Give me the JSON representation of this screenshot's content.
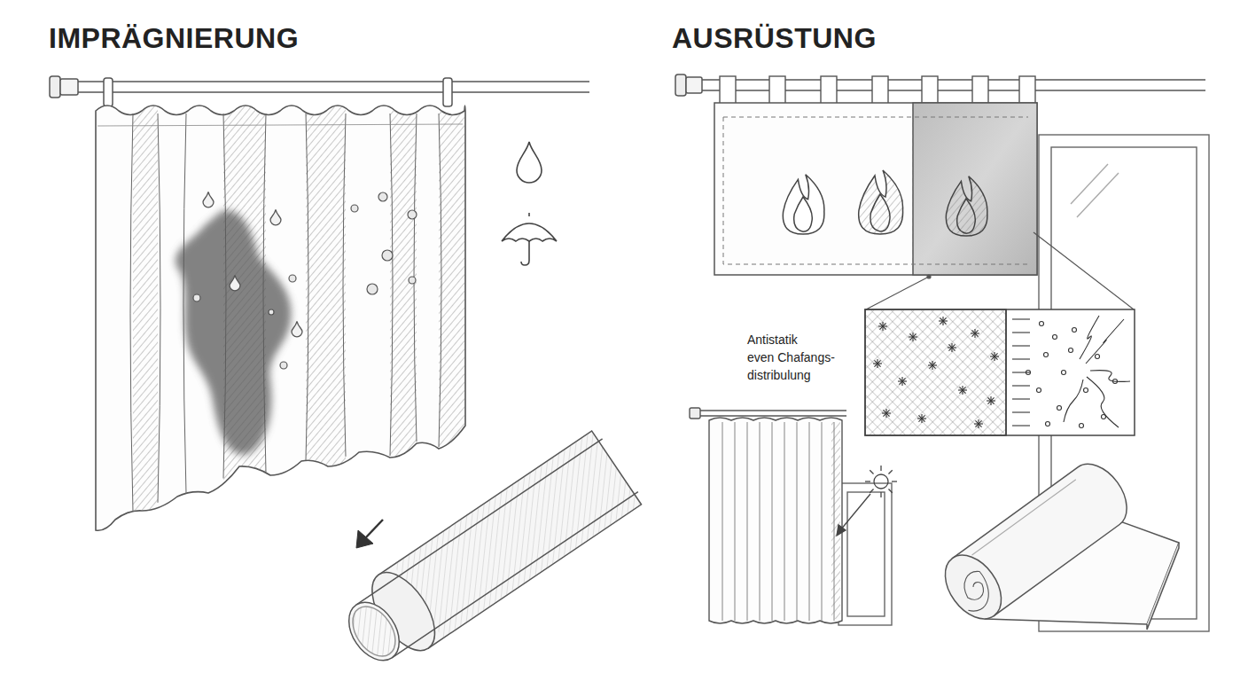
{
  "diagram": {
    "labels": [
      "IMPRÄGNIERUNG",
      "AUSRÜSTUNG",
      "Antistatik",
      "even Chafangs- distribulung"
    ]
  }
}
